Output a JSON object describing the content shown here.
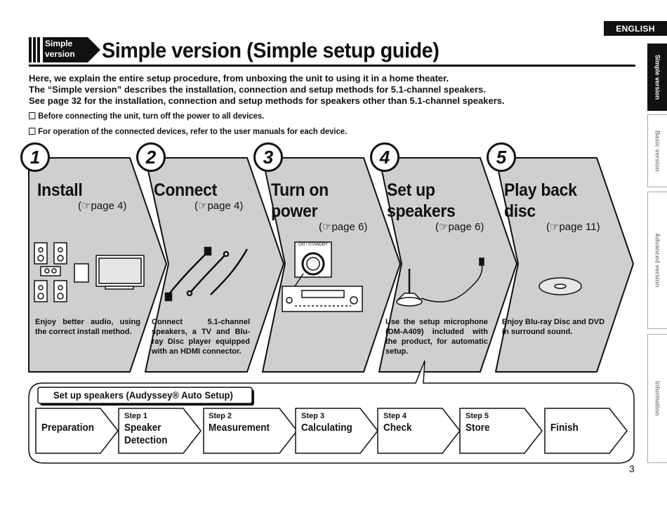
{
  "language_tab": "ENGLISH",
  "side_tabs": [
    "Simple version",
    "Basic version",
    "Advanced version",
    "Information"
  ],
  "header": {
    "tag": "Simple version",
    "title": "Simple version (Simple setup guide)"
  },
  "intro": [
    "Here, we explain the entire setup procedure, from unboxing the unit to using it in a home theater.",
    "The “Simple version” describes the installation, connection and setup methods for 5.1-channel speakers.",
    "See page 32 for the installation, connection and setup methods for speakers other than 5.1-channel speakers."
  ],
  "notes": [
    "Before connecting the unit, turn off the power to all devices.",
    "For operation of the connected devices, refer to the user manuals for each device."
  ],
  "steps": [
    {
      "num": "1",
      "title": "Install",
      "page": "page 4",
      "desc": "Enjoy better audio, using the correct install method."
    },
    {
      "num": "2",
      "title": "Connect",
      "page": "page 4",
      "desc": "Connect 5.1-channel speakers, a TV and Blu-ray Disc player equipped with an HDMI connector."
    },
    {
      "num": "3",
      "title": "Turn on power",
      "page": "page 6",
      "desc": "",
      "button_label": "ON / STANDBY"
    },
    {
      "num": "4",
      "title": "Set up speakers",
      "page": "page 6",
      "desc": "Use the setup microphone (DM-A409) included with the product, for automatic setup."
    },
    {
      "num": "5",
      "title": "Play back disc",
      "page": "page 11",
      "desc": "Enjoy Blu-ray Disc and DVD in surround sound."
    }
  ],
  "page_ref_symbol": "☞",
  "flow": {
    "title": "Set up speakers (Audyssey® Auto Setup)",
    "items": [
      {
        "step": "",
        "name": "Preparation"
      },
      {
        "step": "Step 1",
        "name": "Speaker Detection"
      },
      {
        "step": "Step 2",
        "name": "Measurement"
      },
      {
        "step": "Step 3",
        "name": "Calculating"
      },
      {
        "step": "Step 4",
        "name": "Check"
      },
      {
        "step": "Step 5",
        "name": "Store"
      },
      {
        "step": "",
        "name": "Finish"
      }
    ]
  },
  "page_number": "3"
}
